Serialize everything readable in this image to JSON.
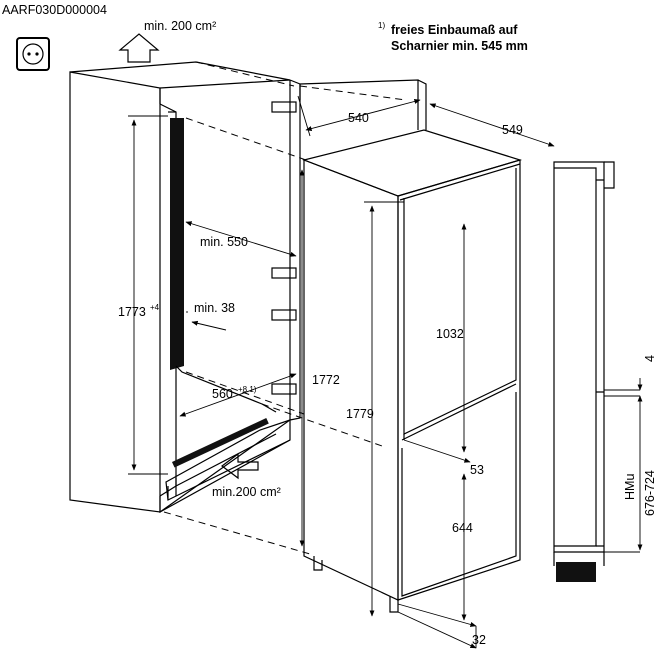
{
  "code": "AARF030D000004",
  "ventilation_top": "min. 200 cm²",
  "ventilation_bottom": "min.200 cm²",
  "note": {
    "marker": "1)",
    "line1": "freies Einbaumaß auf",
    "line2": "Scharnier min. 545 mm"
  },
  "dimensions": {
    "d540": "540",
    "d549": "549",
    "min550": "min. 550",
    "min38": "min. 38",
    "h1773": "1773",
    "h1773_sup": "+4",
    "w560": "560",
    "w560_sup": "+8 1)",
    "h1772": "1772",
    "h1779": "1779",
    "h1032": "1032",
    "d53": "53",
    "h644": "644",
    "d32": "32",
    "d4": "4",
    "hmu_label": "HMu",
    "hmu_range": "676-724"
  },
  "icons": {
    "socket": "power-socket-icon",
    "arrow_up": "airflow-up-arrow-icon",
    "arrow_in": "airflow-in-arrow-icon"
  }
}
